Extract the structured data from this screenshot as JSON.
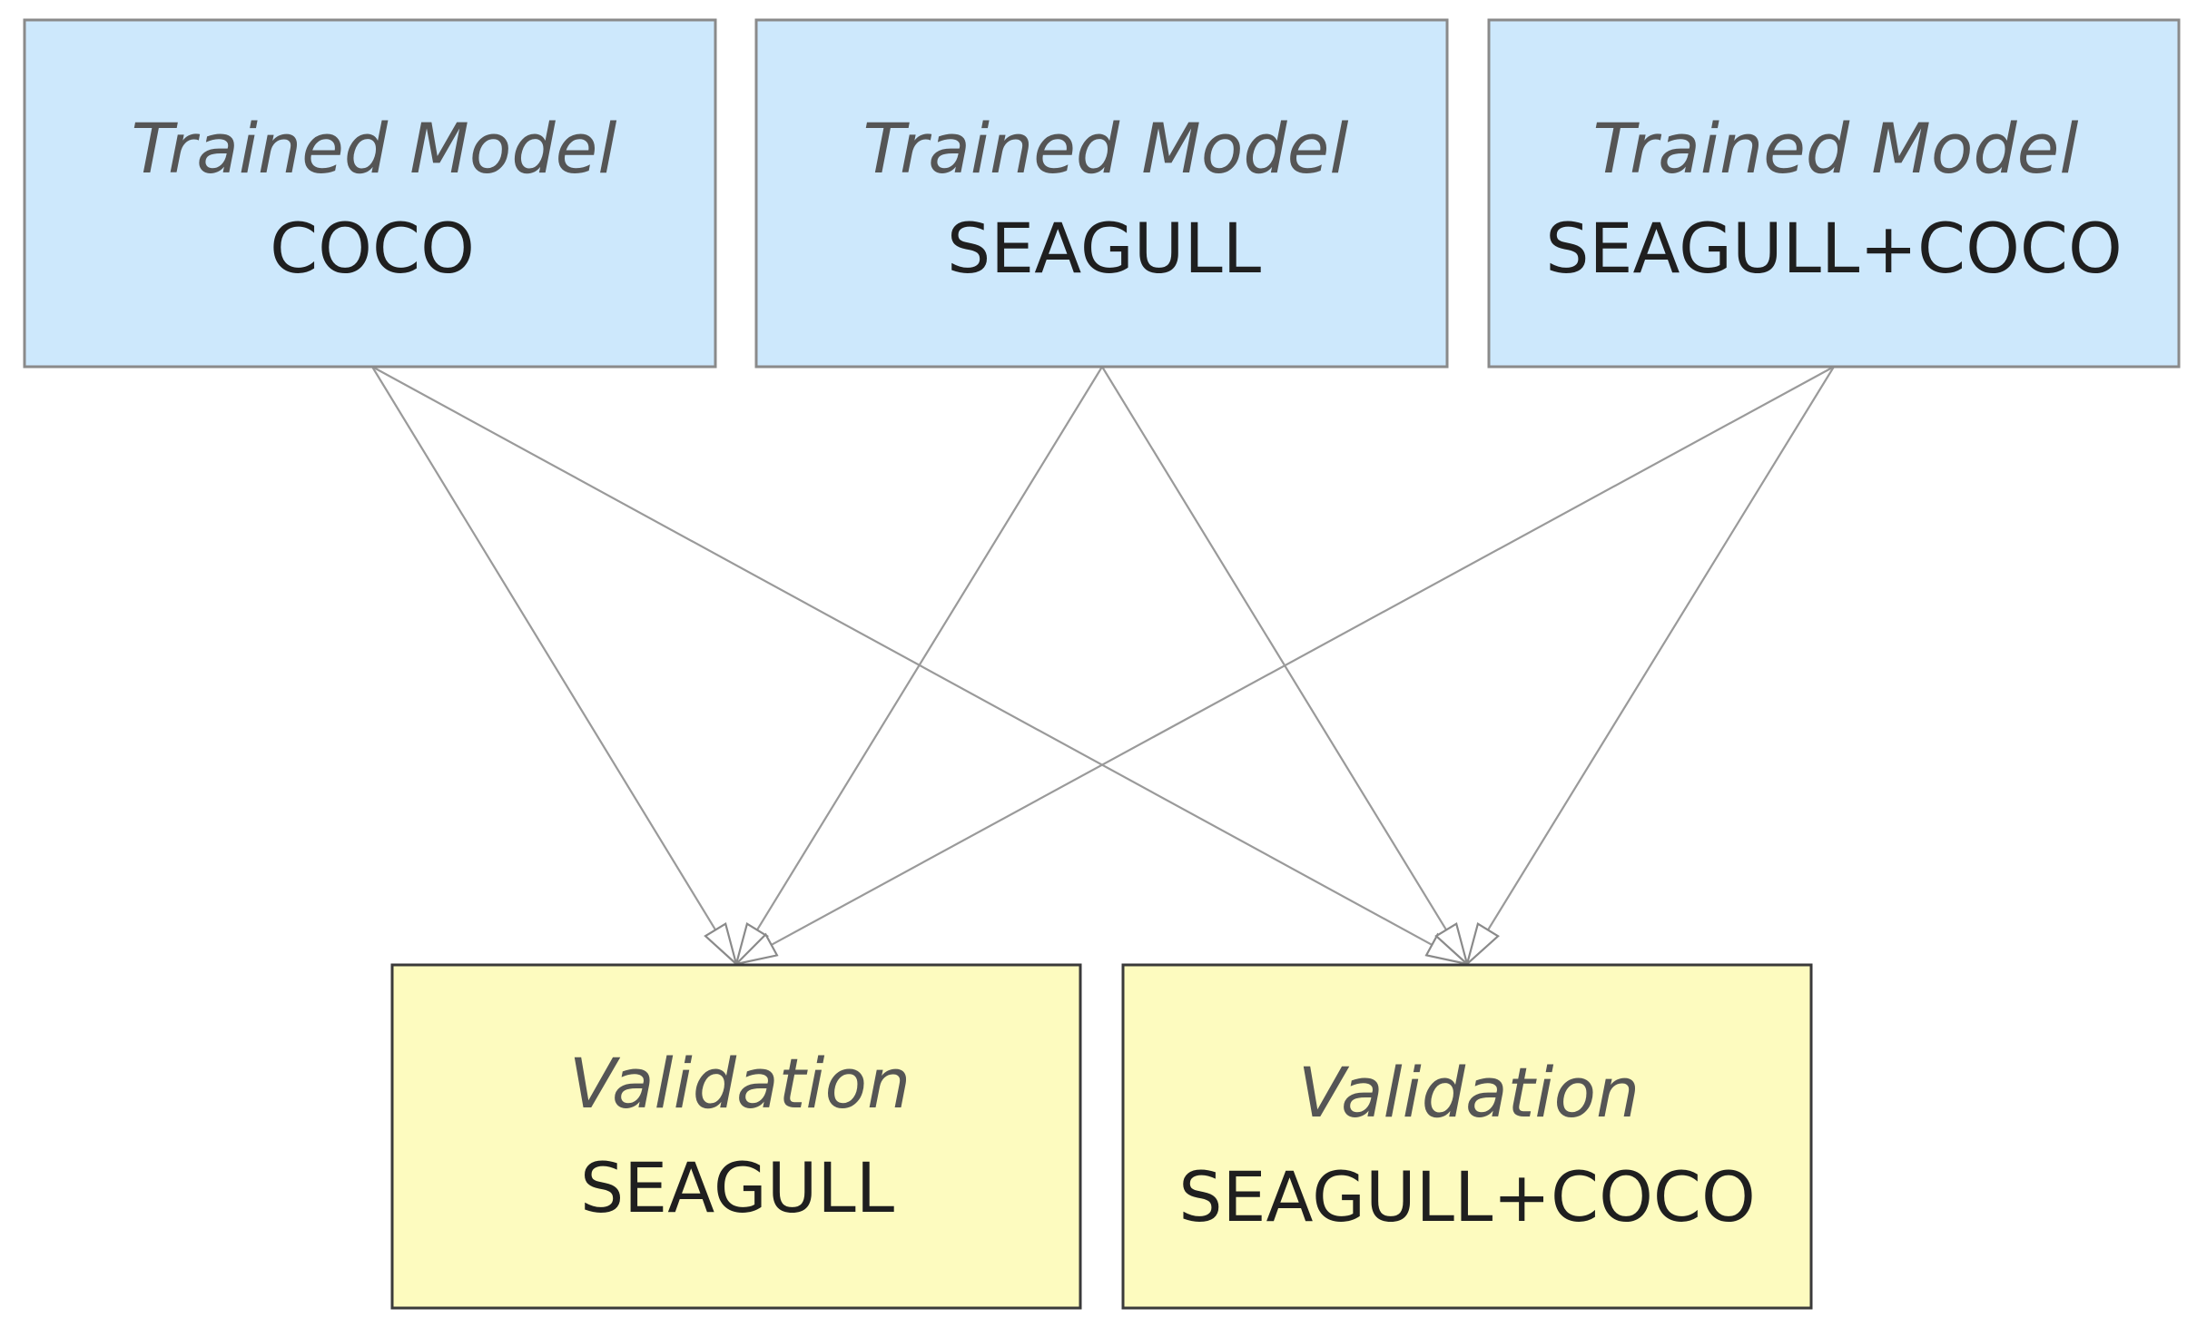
{
  "diagram": {
    "trained_models": [
      {
        "id": "coco",
        "kind": "Trained Model",
        "name": "COCO"
      },
      {
        "id": "seagull",
        "kind": "Trained Model",
        "name": "SEAGULL"
      },
      {
        "id": "seagull-coco",
        "kind": "Trained Model",
        "name": "SEAGULL+COCO"
      }
    ],
    "validations": [
      {
        "id": "seagull",
        "kind": "Validation",
        "name": "SEAGULL"
      },
      {
        "id": "seagull-coco",
        "kind": "Validation",
        "name": "SEAGULL+COCO"
      }
    ],
    "edges": [
      {
        "from": "coco",
        "to": "seagull"
      },
      {
        "from": "coco",
        "to": "seagull-coco"
      },
      {
        "from": "seagull",
        "to": "seagull"
      },
      {
        "from": "seagull",
        "to": "seagull-coco"
      },
      {
        "from": "seagull-coco",
        "to": "seagull"
      },
      {
        "from": "seagull-coco",
        "to": "seagull-coco"
      }
    ],
    "colors": {
      "trained_fill": "#cde8fc",
      "validation_fill": "#fdfbbf",
      "arrow": "#9a9a9a"
    }
  }
}
